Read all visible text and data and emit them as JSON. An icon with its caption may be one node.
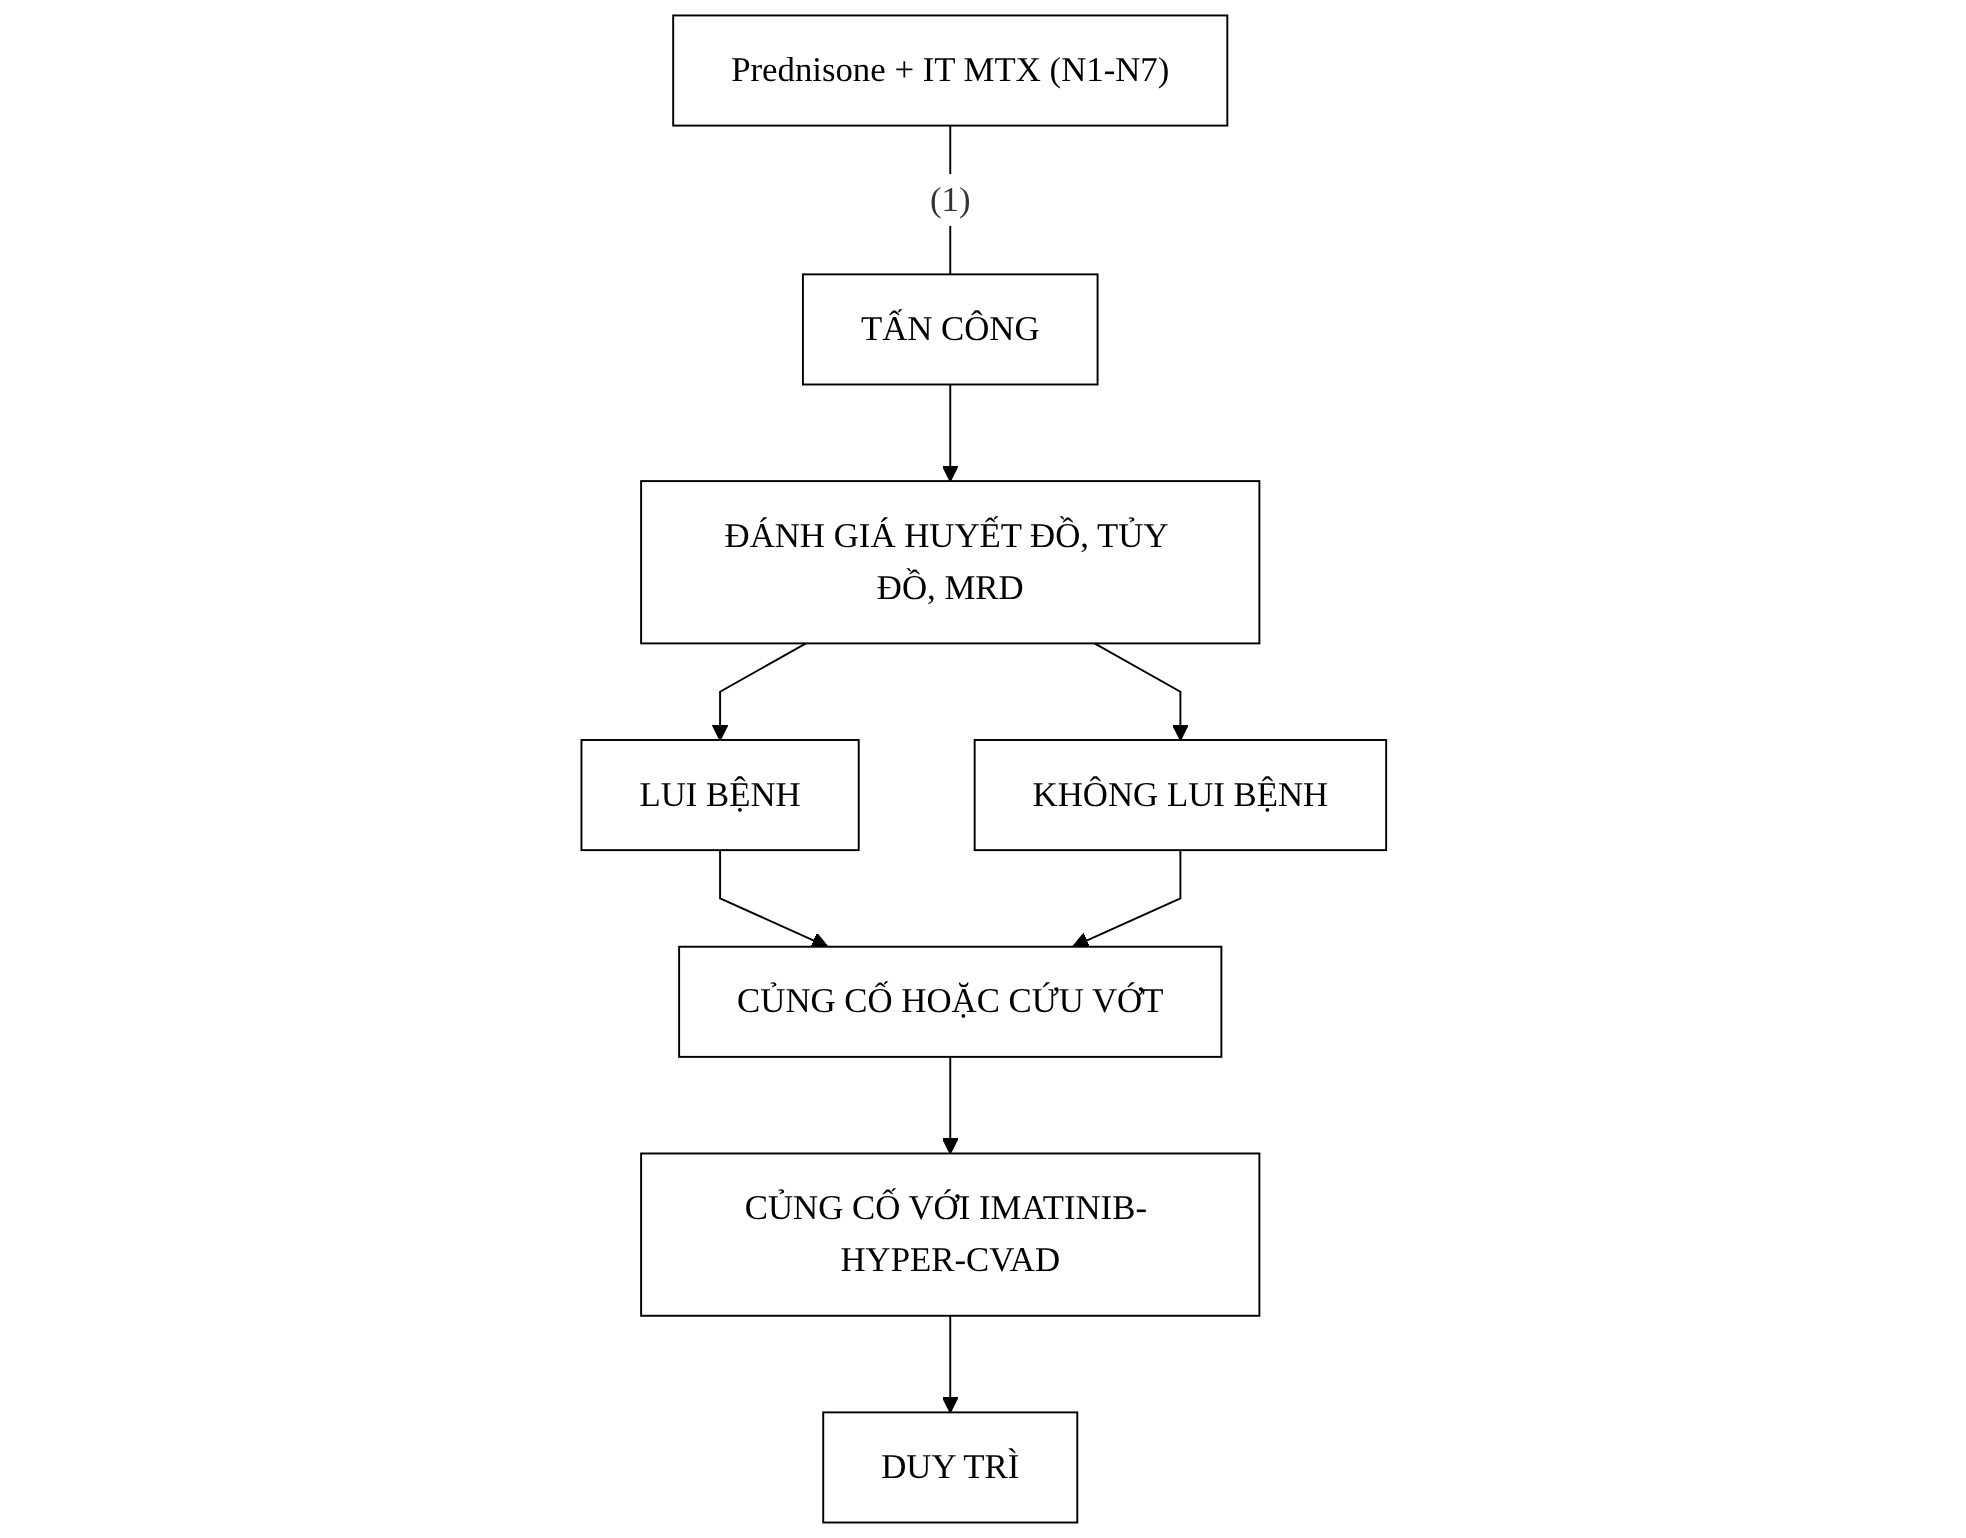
{
  "diagram": {
    "nodes": [
      {
        "text": [
          "Prednisone + IT MTX (N1-N7)"
        ]
      },
      {
        "text": [
          "TẤN CÔNG"
        ]
      },
      {
        "text": [
          "ĐÁNH GIÁ HUYẾT ĐỒ, TỦY ĐỒ, MRD"
        ]
      },
      {
        "text": [
          "LUI BỆNH"
        ]
      },
      {
        "text": [
          "KHÔNG LUI BỆNH"
        ]
      },
      {
        "text": [
          "CỦNG CỐ HOẶC CỨU VỚT"
        ]
      },
      {
        "text": [
          "CỦNG CỐ VỚI IMATINIB- HYPER-CVAD"
        ]
      },
      {
        "text": [
          "DUY TRÌ"
        ]
      }
    ],
    "edges": [
      {
        "from": 0,
        "to": 1,
        "arrow": "none",
        "label": "(1)"
      },
      {
        "from": 1,
        "to": 2,
        "arrow": "to"
      },
      {
        "from": 2,
        "to": 3,
        "arrow": "to"
      },
      {
        "from": 2,
        "to": 4,
        "arrow": "to"
      },
      {
        "from": 3,
        "to": 5,
        "arrow": "to"
      },
      {
        "from": 4,
        "to": 5,
        "arrow": "to"
      },
      {
        "from": 5,
        "to": 6,
        "arrow": "to"
      },
      {
        "from": 6,
        "to": 7,
        "arrow": "to"
      }
    ]
  }
}
